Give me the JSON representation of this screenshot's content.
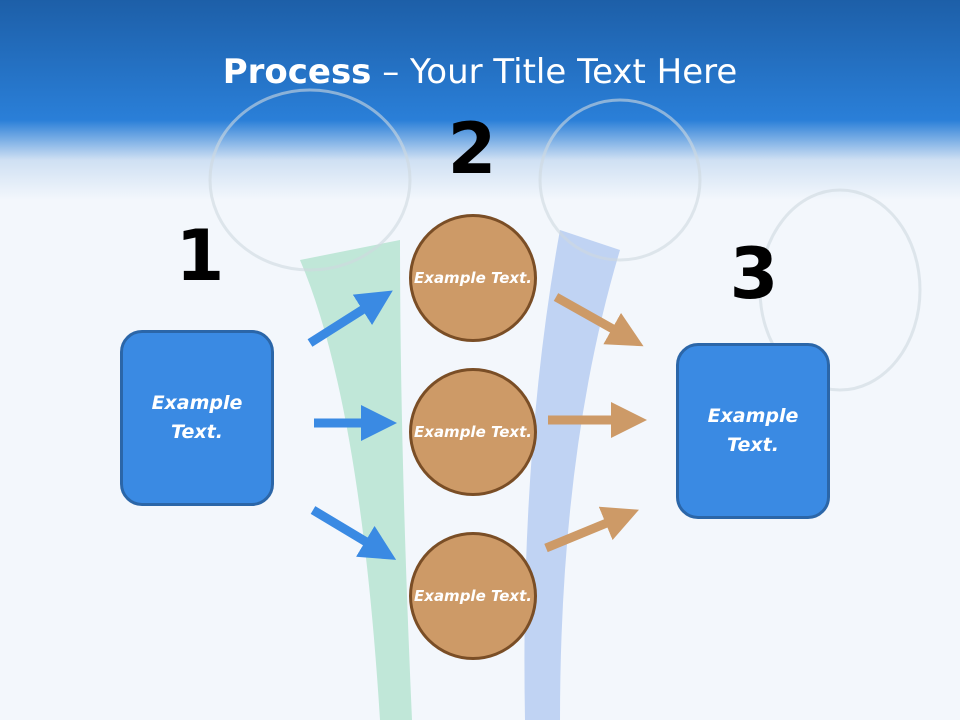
{
  "title": {
    "bold": "Process",
    "rest": " – Your Title Text Here"
  },
  "steps": {
    "n1": "1",
    "n2": "2",
    "n3": "3"
  },
  "left_box": "Example Text.",
  "right_box": "Example Text.",
  "circles": [
    "Example Text.",
    "Example Text.",
    "Example Text."
  ],
  "colors": {
    "blue": "#3a8ae3",
    "tan": "#cd9a67"
  }
}
